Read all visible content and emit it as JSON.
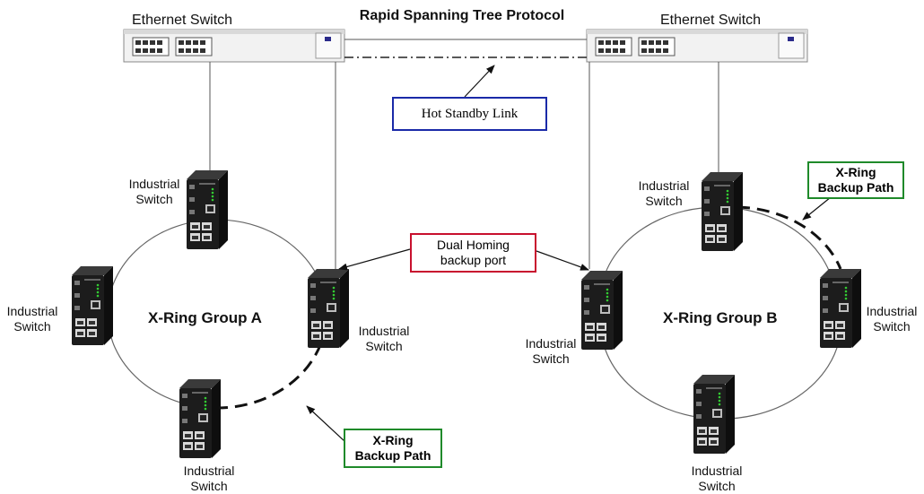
{
  "title": "Rapid Spanning Tree Protocol",
  "core_switches": [
    {
      "label": "Ethernet Switch"
    },
    {
      "label": "Ethernet Switch"
    }
  ],
  "callouts": {
    "hot_standby": "Hot Standby Link",
    "dual_homing_line1": "Dual Homing",
    "dual_homing_line2": "backup port",
    "backup_a_line1": "X-Ring",
    "backup_a_line2": "Backup Path",
    "backup_b_line1": "X-Ring",
    "backup_b_line2": "Backup Path"
  },
  "groups": {
    "a": "X-Ring Group A",
    "b": "X-Ring Group B"
  },
  "industrial_switch": {
    "line1": "Industrial",
    "line2": "Switch"
  },
  "colors": {
    "hot_standby_border": "#1a2aa8",
    "dual_homing_border": "#c8102e",
    "backup_border": "#1f8a2a",
    "device_body": "#1c1c1c"
  }
}
